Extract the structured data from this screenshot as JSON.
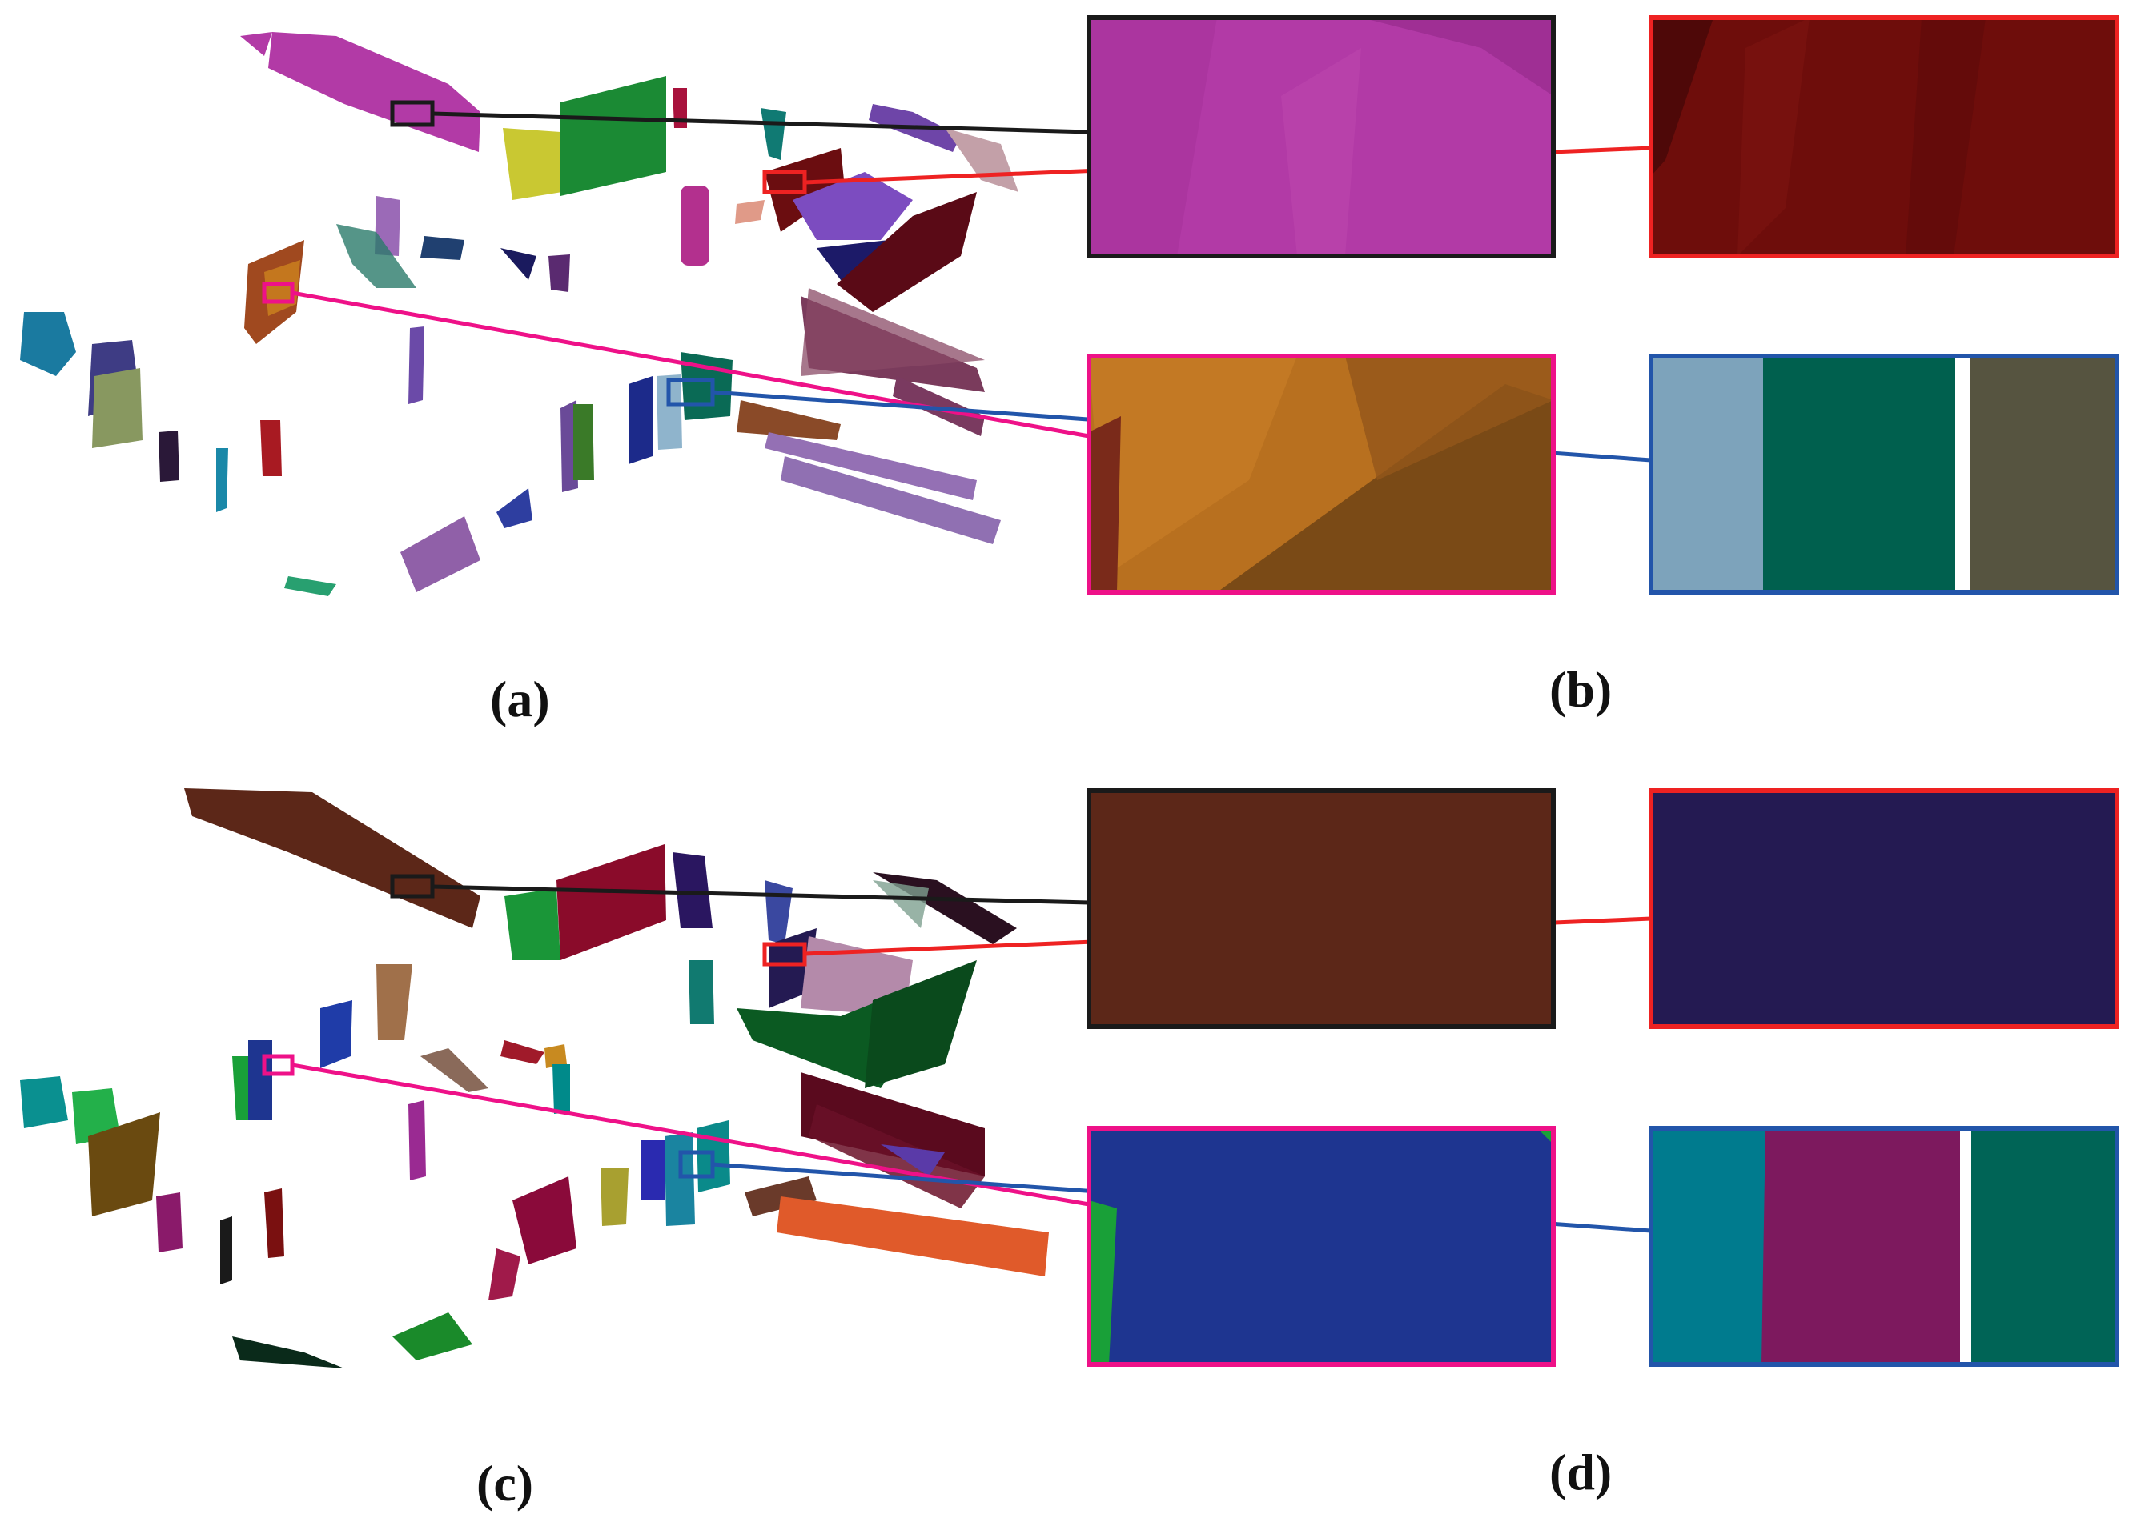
{
  "panel_labels": {
    "a": "(a)",
    "b": "(b)",
    "c": "(c)",
    "d": "(d)"
  },
  "colors": {
    "callout_black": "#1a1a1a",
    "callout_red": "#ee2222",
    "callout_pink": "#ee1188",
    "callout_blue": "#2255aa",
    "top_zoom_black": "#b23aa6",
    "top_zoom_red": "#6e0d0b",
    "top_zoom_pink": "#b8701f",
    "top_zoom_blue": [
      "#7da3bb",
      "#00604e",
      "#565440"
    ],
    "bottom_zoom_black": "#5c2718",
    "bottom_zoom_red": "#241a52",
    "bottom_zoom_pink": "#1e3590",
    "bottom_zoom_blue": [
      "#007b8e",
      "#7d195e",
      "#006456"
    ]
  }
}
